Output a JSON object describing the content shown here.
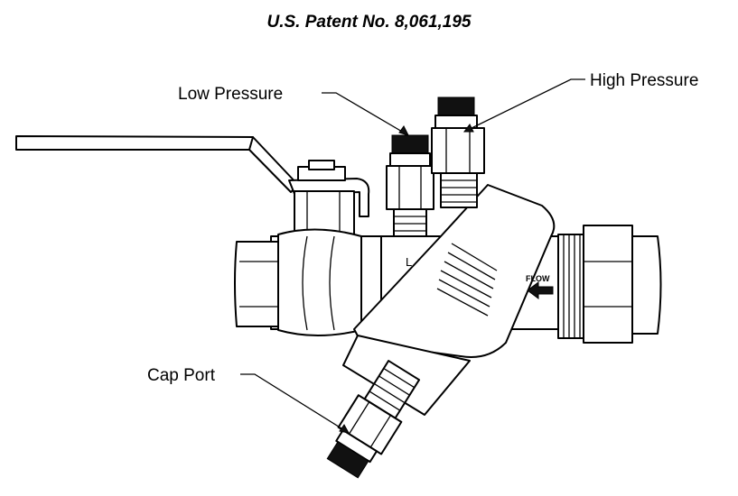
{
  "title": "U.S. Patent No. 8,061,195",
  "labels": {
    "low_pressure": "Low Pressure",
    "high_pressure": "High Pressure",
    "cap_port": "Cap Port",
    "flow": "FLOW",
    "l_mark": "L"
  }
}
